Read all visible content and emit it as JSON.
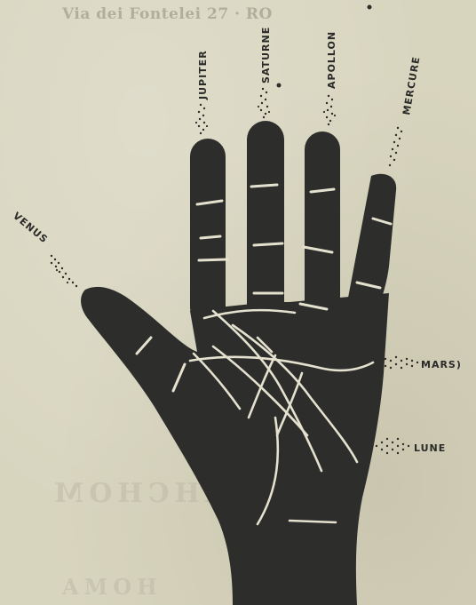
{
  "header_bleed": "Via dei Fontelei 27 · RO",
  "back_bleed": [
    "AHCHOM",
    "AMOH"
  ],
  "mounts": {
    "jupiter": "JUPITER",
    "saturne": "SATURNE",
    "apollon": "APOLLON",
    "mercure": "MERCURE",
    "venus": "VENUS",
    "mars": "MARS)",
    "lune": "LUNE"
  },
  "colors": {
    "paper": "#d8d5bf",
    "ink": "#2d2d2b",
    "line": "#e4e1cf"
  }
}
